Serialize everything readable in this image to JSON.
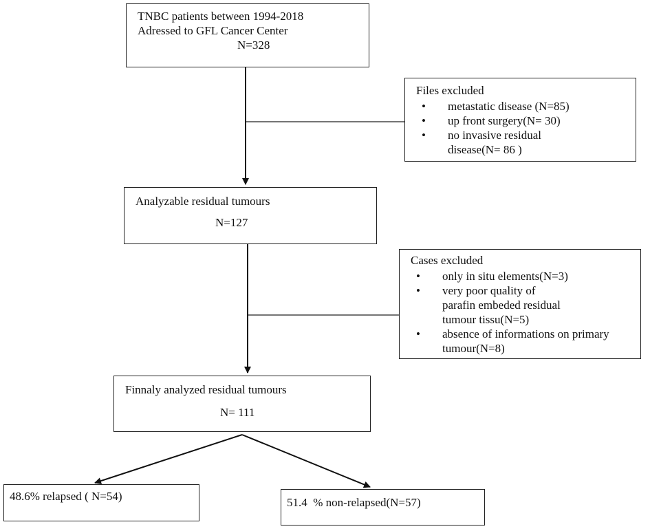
{
  "flowchart": {
    "patients": {
      "line1": "TNBC patients between 1994-2018",
      "line2": "Adressed to GFL Cancer Center",
      "count": "N=328"
    },
    "files_excluded": {
      "title": "Files excluded",
      "items": [
        "metastatic disease (N=85)",
        "up front surgery(N= 30)",
        "no invasive residual disease(N= 86 )"
      ]
    },
    "analyzable": {
      "title": "Analyzable residual tumours",
      "count": "N=127"
    },
    "cases_excluded": {
      "title": "Cases excluded",
      "items": [
        "only in situ elements(N=3)",
        "very poor quality of parafin embeded residual tumour tissu(N=5)",
        "absence of informations on primary tumour(N=8)"
      ]
    },
    "final": {
      "title": "Finnaly analyzed residual tumours",
      "count": "N= 111"
    },
    "relapsed": "48.6% relapsed ( N=54)",
    "non_relapsed": "51.4  % non-relapsed(N=57)"
  }
}
